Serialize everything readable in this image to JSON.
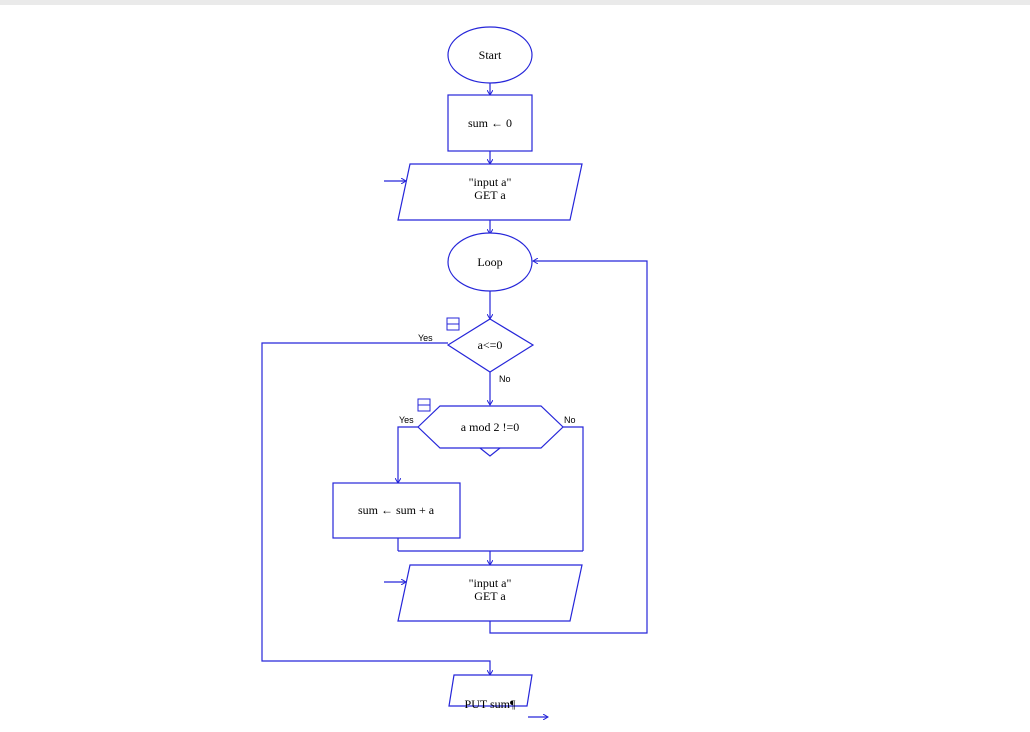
{
  "flowchart": {
    "start": "Start",
    "init": "sum ← 0",
    "input1": {
      "line1": "\"input a\"",
      "line2": "GET a"
    },
    "loop": "Loop",
    "decision1": {
      "condition": "a<=0",
      "yes": "Yes",
      "no": "No"
    },
    "decision2": {
      "condition": "a mod 2 !=0",
      "yes": "Yes",
      "no": "No"
    },
    "accumulate": "sum ← sum  + a",
    "input2": {
      "line1": "\"input a\"",
      "line2": "GET a"
    },
    "output": "PUT sum¶"
  },
  "colors": {
    "stroke": "#2626d9",
    "background": "#ffffff",
    "topbar": "#eaeaea"
  }
}
